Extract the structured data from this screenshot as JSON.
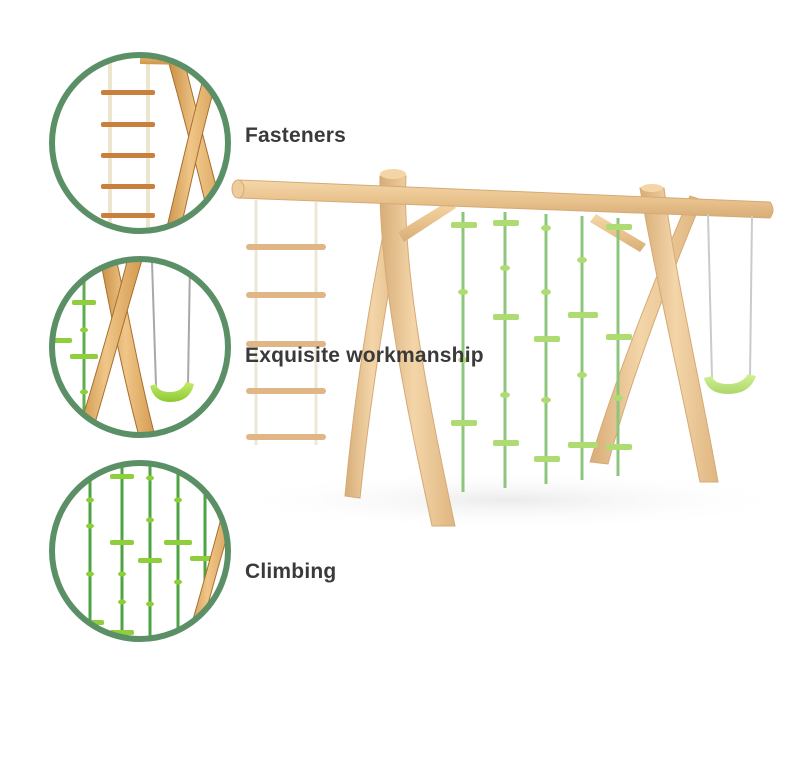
{
  "features": [
    {
      "label": "Fasteners"
    },
    {
      "label": "Exquisite workmanship"
    },
    {
      "label": "Climbing"
    }
  ],
  "colors": {
    "ring": "#5b9067",
    "wood": "#e3b06a",
    "wood_dark": "#b9803a",
    "rope_green": "#5fae4c",
    "grip_green": "#8fce3c",
    "seat_green": "#9fd845",
    "rope_white": "#ece6cf",
    "chain_gray": "#b4b4b4"
  },
  "icons": [
    "fastener-detail-image",
    "workmanship-detail-image",
    "climbing-detail-image",
    "playset-image"
  ]
}
